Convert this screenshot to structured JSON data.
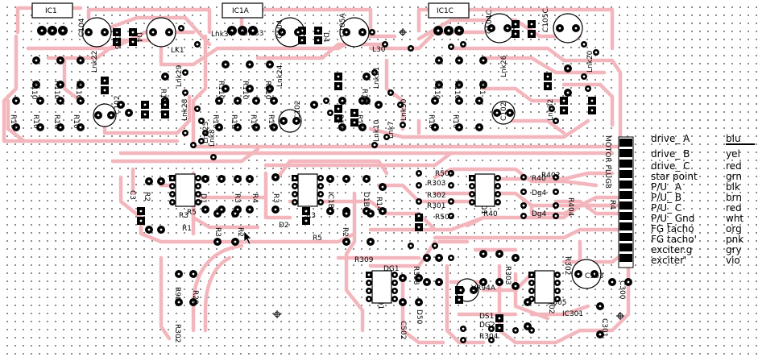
{
  "board": {
    "ic_labels": [
      "IC1",
      "IC1A",
      "IC1C"
    ],
    "connector_label": "MOTOR PLUG8",
    "component_labels": [
      "C104",
      "C105",
      "D4",
      "LK1",
      "Lnk34",
      "Lnk33",
      "C104",
      "D4",
      "C105A",
      "L30",
      "C104C",
      "C105C",
      "Lnk22",
      "Lnk29",
      "Lnk24",
      "Lnk21",
      "Lnk26",
      "Lnk20",
      "R110",
      "R110",
      "R110",
      "R11",
      "R110",
      "R110",
      "R110",
      "R11",
      "R110",
      "R110",
      "R11",
      "R10",
      "R10",
      "R10",
      "R10",
      "R10",
      "R10",
      "R10",
      "R10",
      "R10",
      "R10",
      "R10",
      "R10",
      "C102",
      "C102",
      "C102",
      "Lnk28",
      "Lnk25",
      "Lnk8",
      "Lnk10",
      "Lnk7",
      "Lnk30",
      "Lnk32",
      "C3",
      "R2",
      "IC1",
      "D1",
      "R3",
      "R4",
      "R3",
      "R5",
      "IC1B",
      "D1B",
      "R14",
      "R3",
      "R1",
      "R5",
      "R3",
      "R2",
      "D2",
      "R3",
      "R5",
      "R2",
      "R501",
      "R303",
      "R302",
      "R301",
      "R503",
      "IC301",
      "R40",
      "R402",
      "Dg4",
      "Dg4",
      "R40",
      "R404",
      "R4",
      "R309",
      "DG1",
      "R308",
      "IC301",
      "VR94A",
      "DS1",
      "DG2",
      "R304",
      "R303",
      "R305",
      "IC301",
      "C302",
      "C303",
      "C300",
      "R302",
      "C301",
      "R90",
      "R20",
      "R302",
      "D50",
      "C502",
      "D502"
    ]
  },
  "legend": [
    {
      "signal": "drive_ A",
      "color": "blu"
    },
    {
      "signal": "drive_ B",
      "color": "yel"
    },
    {
      "signal": "drive_ C",
      "color": "red"
    },
    {
      "signal": "star point",
      "color": "grn"
    },
    {
      "signal": "P/U_ A",
      "color": "blk"
    },
    {
      "signal": "P/U_ B",
      "color": "brn"
    },
    {
      "signal": "P/U_ C",
      "color": "red"
    },
    {
      "signal": "P/U_ Gnd",
      "color": "wht"
    },
    {
      "signal": "FG tacho",
      "color": "org"
    },
    {
      "signal": "FG tacho'",
      "color": "pnk"
    },
    {
      "signal": "exciter.g",
      "color": "gry"
    },
    {
      "signal": "exciter'",
      "color": "vio"
    }
  ],
  "colors": {
    "track": "#f3b6bd",
    "pad": "#000000",
    "grid": "#7a7a7a",
    "background": "#ffffff"
  }
}
